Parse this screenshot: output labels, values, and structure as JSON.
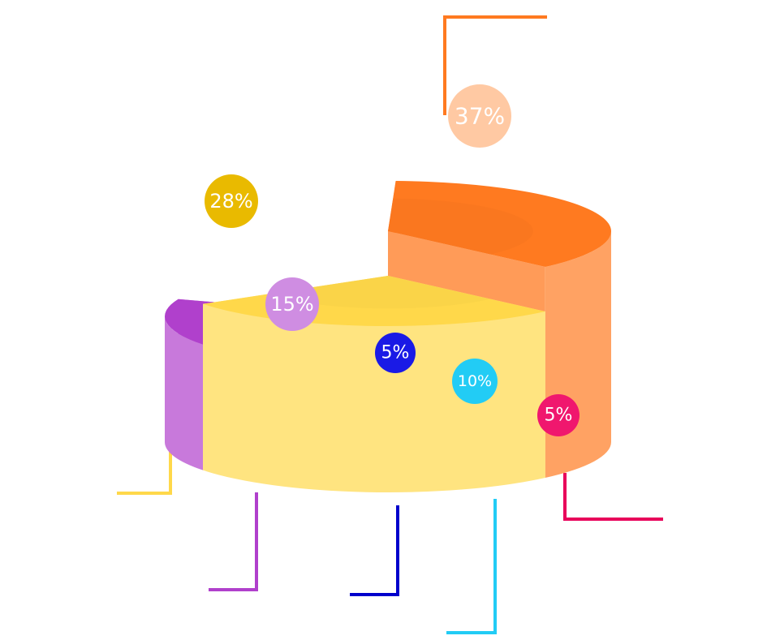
{
  "chart_data": {
    "type": "pie",
    "style": "3d-stepped",
    "title": "",
    "categories": [
      "",
      "",
      "",
      "",
      "",
      ""
    ],
    "values": [
      37,
      28,
      15,
      5,
      10,
      5
    ],
    "labels": [
      "37%",
      "28%",
      "15%",
      "5%",
      "10%",
      "5%"
    ],
    "colors": [
      "#FF7A20",
      "#FFD84A",
      "#B040CC",
      "#0000CC",
      "#22CCF5",
      "#E8005A"
    ],
    "legend": "none"
  }
}
